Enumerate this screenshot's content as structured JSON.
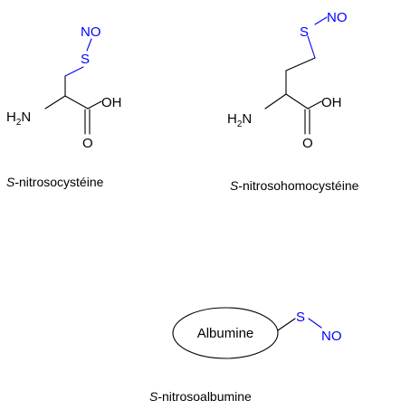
{
  "molecules": [
    {
      "atoms": {
        "top_n": "NO",
        "sulfur": "S",
        "amine": "H",
        "amine_sub": "2",
        "amine_n": "N",
        "hydroxyl": "OH",
        "carbonyl_o": "O"
      },
      "caption_prefix": "S",
      "caption_rest": "-nitrosocystéine"
    },
    {
      "atoms": {
        "sulfur": "S",
        "nitroso": "NO",
        "amine": "H",
        "amine_sub": "2",
        "amine_n": "N",
        "hydroxyl": "OH",
        "carbonyl_o": "O"
      },
      "caption_prefix": "S",
      "caption_rest": "-nitrosohomocystéine"
    },
    {
      "protein": "Albumine",
      "atoms": {
        "sulfur": "S",
        "nitroso": "NO"
      },
      "caption_prefix": "S",
      "caption_rest": "-nitrosoalbumine"
    }
  ],
  "colors": {
    "heteroatom": "#0000ff",
    "bond": "#000000"
  }
}
